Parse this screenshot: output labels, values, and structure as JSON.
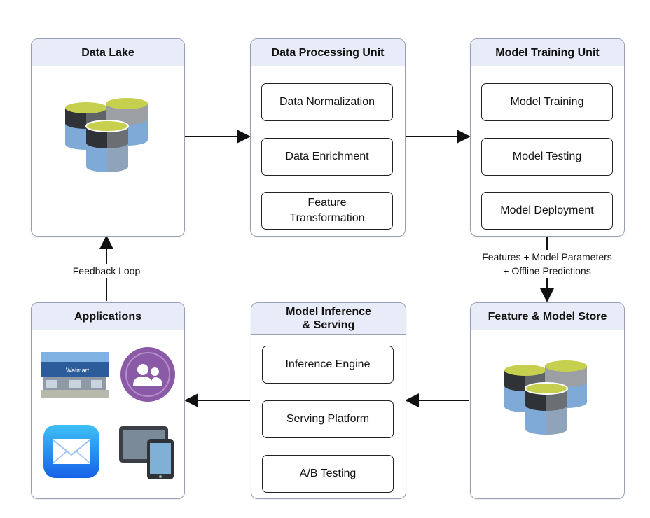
{
  "panels": {
    "data_lake": {
      "title": "Data Lake"
    },
    "data_processing": {
      "title": "Data Processing Unit",
      "steps": [
        "Data Normalization",
        "Data Enrichment",
        "Feature\nTransformation"
      ]
    },
    "model_training": {
      "title": "Model Training Unit",
      "steps": [
        "Model Training",
        "Model Testing",
        "Model Deployment"
      ]
    },
    "applications": {
      "title": "Applications"
    },
    "inference": {
      "title": "Model Inference\n& Serving",
      "steps": [
        "Inference Engine",
        "Serving Platform",
        "A/B Testing"
      ]
    },
    "store": {
      "title": "Feature & Model Store"
    }
  },
  "edges": {
    "feedback_label": "Feedback Loop",
    "store_label": "Features + Model Parameters\n+ Offline Predictions"
  },
  "icons": {
    "database": "database-cluster-icon",
    "store_sign": "Walmart",
    "apps": [
      "storefront-photo",
      "users-icon",
      "mail-icon",
      "devices-icon"
    ]
  }
}
